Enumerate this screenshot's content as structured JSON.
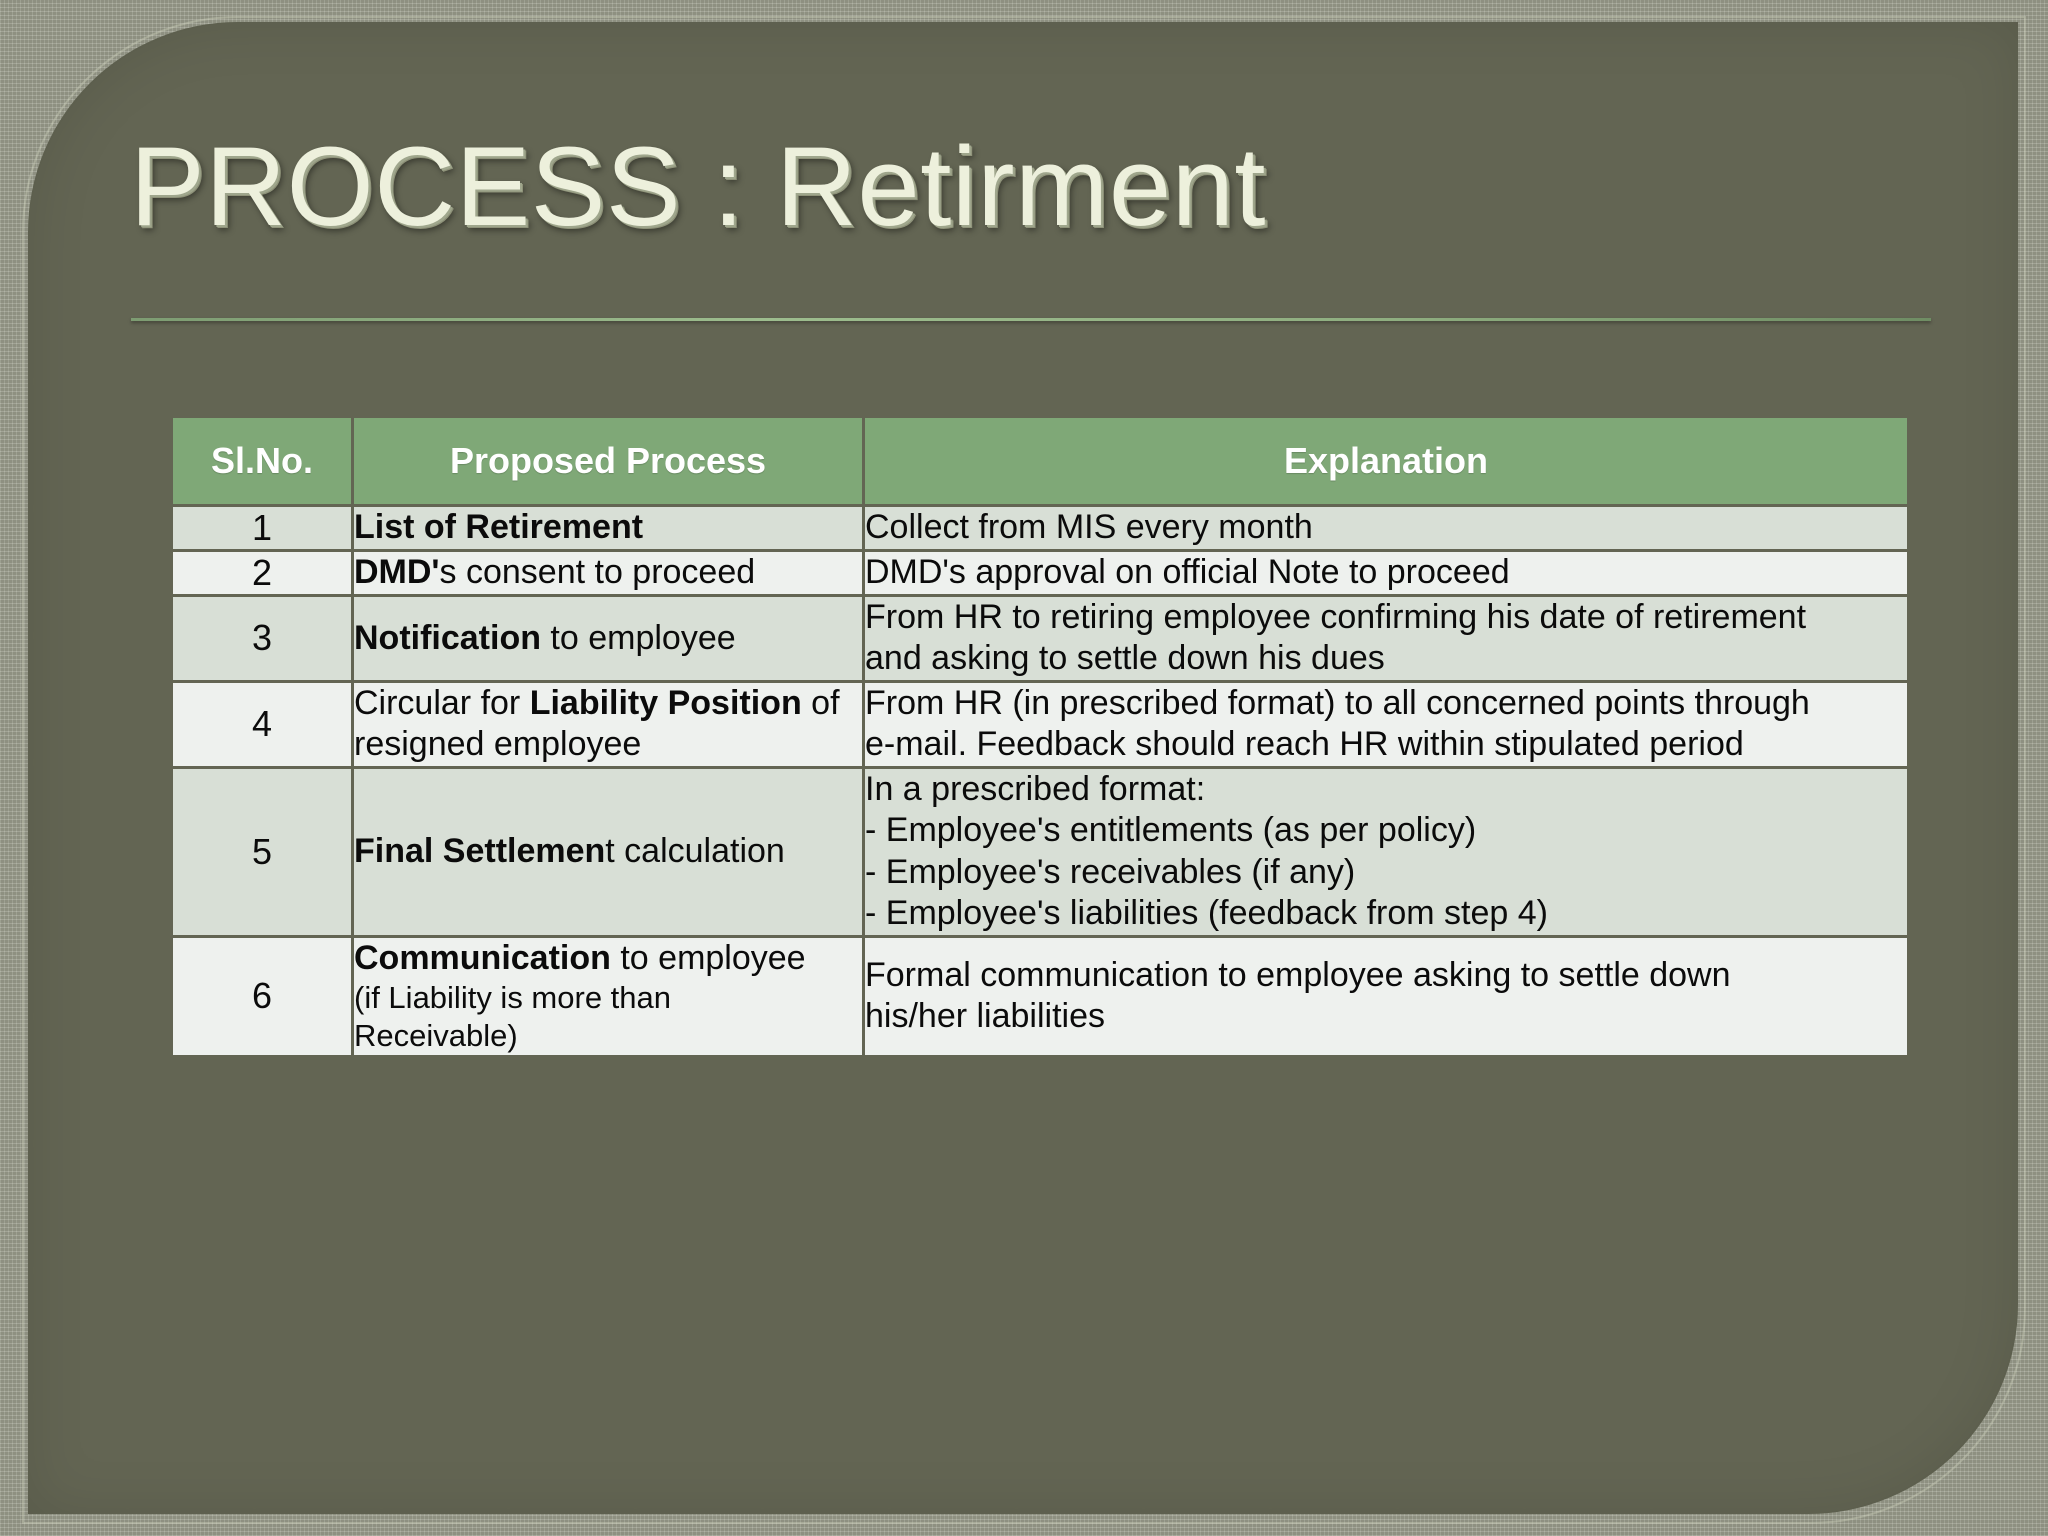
{
  "slide": {
    "title": "PROCESS : Retirment",
    "background_color": "#9a9d8c",
    "panel_color": "#636553",
    "accent_color": "#7fa877",
    "title_color": "#edf0dc"
  },
  "table": {
    "headers": {
      "sl_no": "Sl.No.",
      "proposed_process": "Proposed Process",
      "explanation": "Explanation"
    },
    "rows": [
      {
        "sl_no": "1",
        "process_bold": "List of Retirement",
        "process_rest": "",
        "explanation": "Collect from MIS every month"
      },
      {
        "sl_no": "2",
        "process_bold": "DMD'",
        "process_rest": "s consent to proceed",
        "explanation": "DMD's approval on official Note to proceed"
      },
      {
        "sl_no": "3",
        "process_bold": "Notification",
        "process_rest": " to employee",
        "explanation_line1": "From HR to retiring employee confirming his date of retirement",
        "explanation_line2": "and asking to settle down his dues"
      },
      {
        "sl_no": "4",
        "process_pre": "Circular for ",
        "process_bold": "Liability Position",
        "process_rest": " of resigned employee",
        "explanation_line1": "From HR (in prescribed format) to all concerned points through",
        "explanation_line2": "e-mail. Feedback should reach HR within stipulated period"
      },
      {
        "sl_no": "5",
        "process_bold": "Final Settlemen",
        "process_rest": "t calculation",
        "explanation_line1": "In a prescribed format:",
        "explanation_line2": "- Employee's entitlements (as per policy)",
        "explanation_line3": "- Employee's receivables (if any)",
        "explanation_line4": "- Employee's liabilities (feedback from step 4)"
      },
      {
        "sl_no": "6",
        "process_bold": "Communication",
        "process_rest": " to employee",
        "process_note_line1": "(if Liability is more than",
        "process_note_line2": "Receivable)",
        "explanation_line1": "Formal communication to employee asking to settle down",
        "explanation_line2": "his/her liabilities"
      }
    ]
  }
}
